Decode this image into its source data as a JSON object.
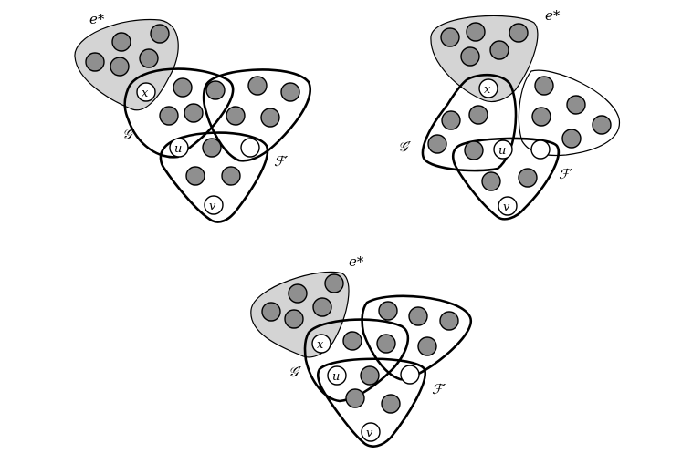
{
  "diagrams": [
    {
      "labels": {
        "e_star": "e*",
        "x": "x",
        "u": "u",
        "v": "v",
        "G_prime": "𝒢′",
        "F_prime": "ℱ′"
      }
    },
    {
      "labels": {
        "e_star": "e*",
        "x": "x",
        "u": "u",
        "v": "v",
        "G_prime": "𝒢′",
        "F_prime": "ℱ′"
      }
    },
    {
      "labels": {
        "e_star": "e*",
        "x": "x",
        "u": "u",
        "v": "v",
        "G_prime": "𝒢′",
        "F_prime": "ℱ′"
      }
    }
  ],
  "colors": {
    "edge_grey_fill": "#d4d4d4",
    "vertex_grey": "#8f8f8f",
    "vertex_white": "#ffffff",
    "stroke": "#000000"
  }
}
